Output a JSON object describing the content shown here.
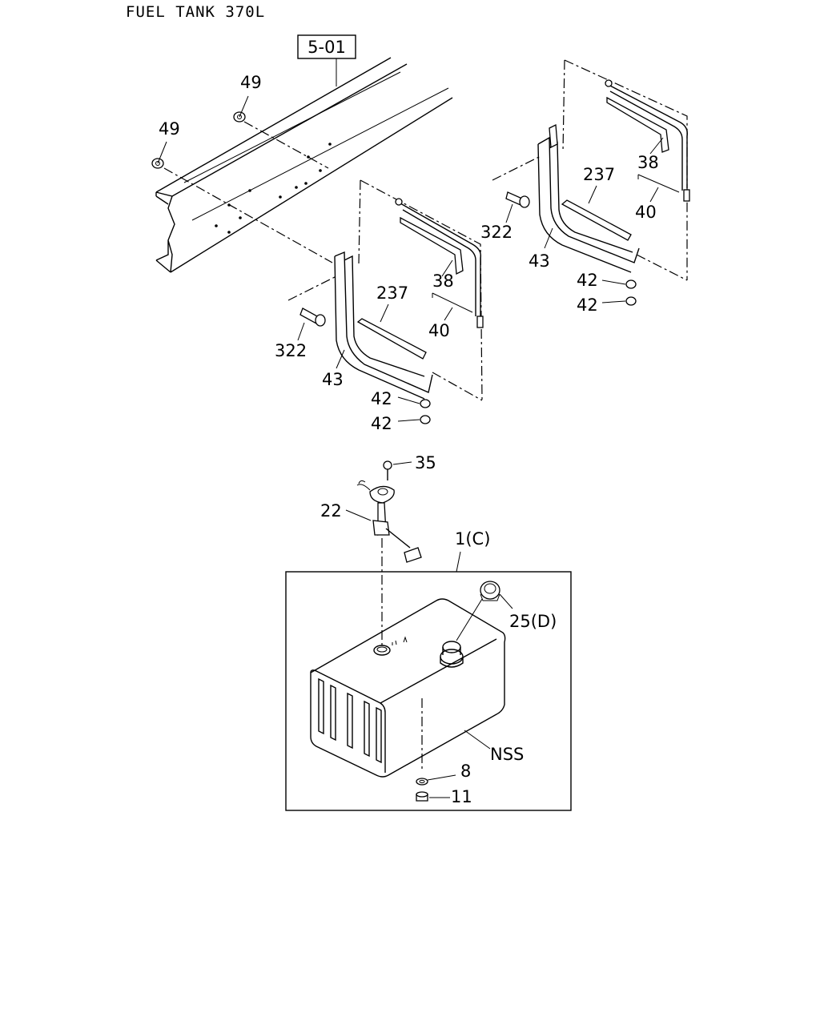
{
  "title": "FUEL TANK 370L",
  "reference_box": "5-01",
  "callouts": {
    "c49a": "49",
    "c49b": "49",
    "c38_left": "38",
    "c237_left": "237",
    "c40_left": "40",
    "c322_left": "322",
    "c43_left": "43",
    "c42_left_1": "42",
    "c42_left_2": "42",
    "c38_right": "38",
    "c237_right": "237",
    "c40_right": "40",
    "c322_right": "322",
    "c43_right": "43",
    "c42_right_1": "42",
    "c42_right_2": "42",
    "c35": "35",
    "c22": "22",
    "c1": "1(C)",
    "c25": "25(D)",
    "cNSS": "NSS",
    "c8": "8",
    "c11": "11"
  }
}
